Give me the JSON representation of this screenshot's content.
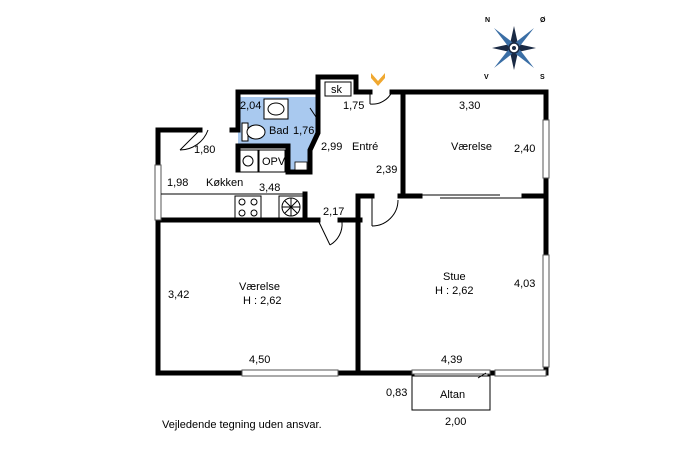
{
  "colors": {
    "wall": "#000000",
    "bath_fill": "#a9c9ef",
    "entry_arrow": "#f0a830",
    "window": "#ffffff"
  },
  "compass": {
    "n": "N",
    "o": "Ø",
    "s": "S",
    "v": "V",
    "icon": "compass-rose-icon"
  },
  "rooms": {
    "sk": "sk",
    "sk_dim": "1,75",
    "bad_width": "2,04",
    "bad_name": "Bad",
    "bad_dim": "1,76",
    "opv": "OPV",
    "entre": "Entré",
    "entre_left": "2,99",
    "entre_right": "2,39",
    "entre_low": "2,17",
    "hall_width": "1,80",
    "kokken_name": "Køkken",
    "kokken_h": "1,98",
    "kokken_w": "3,48",
    "vaerelse1_name": "Værelse",
    "vaerelse1_w": "3,30",
    "vaerelse1_h": "2,40",
    "vaerelse2_name": "Værelse",
    "vaerelse2_height": "H : 2,62",
    "vaerelse2_h": "3,42",
    "vaerelse2_w": "4,50",
    "stue_name": "Stue",
    "stue_height": "H : 2,62",
    "stue_h": "4,03",
    "stue_w": "4,39",
    "altan_name": "Altan",
    "altan_depth": "0,83",
    "altan_w": "2,00"
  },
  "footer": {
    "disclaimer": "Vejledende tegning uden ansvar."
  }
}
